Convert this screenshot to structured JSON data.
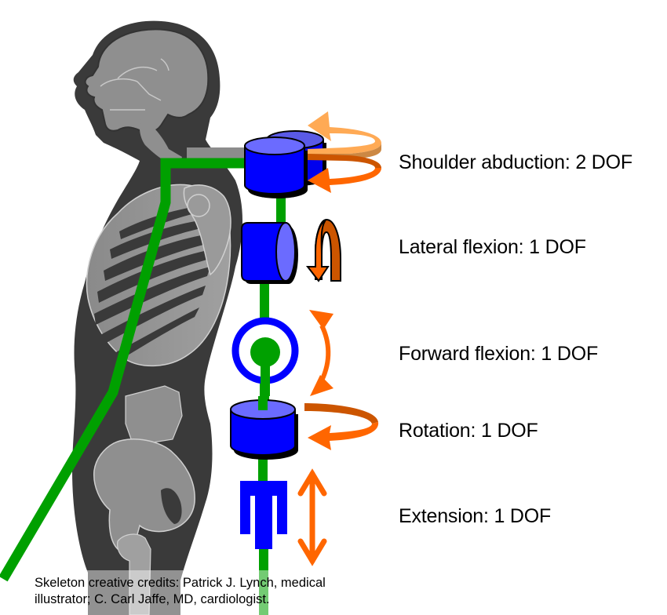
{
  "figure": {
    "joints": [
      {
        "label": "Shoulder abduction: 2 DOF",
        "type": "double-cylinder",
        "motion": "rotation"
      },
      {
        "label": "Lateral flexion: 1 DOF",
        "type": "horizontal-cylinder",
        "motion": "flip"
      },
      {
        "label": "Forward flexion: 1 DOF",
        "type": "pin-joint",
        "motion": "arc"
      },
      {
        "label": "Rotation: 1 DOF",
        "type": "vertical-cylinder",
        "motion": "rotation"
      },
      {
        "label": "Extension: 1 DOF",
        "type": "prismatic",
        "motion": "linear"
      }
    ],
    "credits": {
      "line1": "Skeleton creative credits: Patrick J. Lynch, medical",
      "line2": "illustrator; C. Carl Jaffe, MD, cardiologist."
    }
  },
  "colors": {
    "link_green": "#00a000",
    "joint_blue": "#0000ff",
    "joint_blue_top": "#6b6bff",
    "arrow_orange": "#ff6600",
    "arrow_dark_orange": "#cc5500",
    "arrow_light_orange": "#ffaa55",
    "skeleton_gray": "#8c8c8c",
    "body_dark": "#3a3a3a"
  }
}
